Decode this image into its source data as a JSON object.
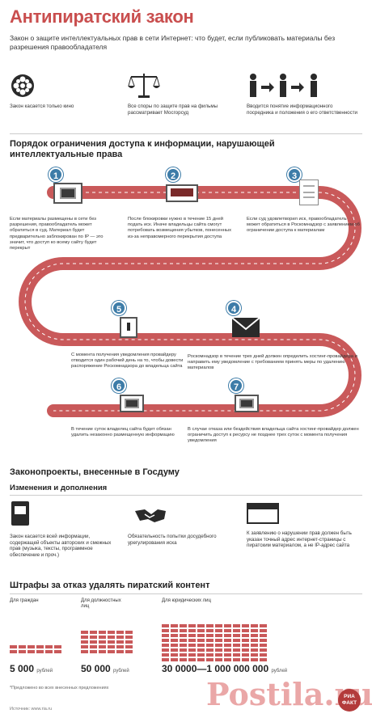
{
  "header": {
    "title": "Антипиратский закон",
    "subtitle": "Закон о защите интеллектуальных прав в сети Интернет: что будет, если публиковать материалы без разрешения правообладателя"
  },
  "intro": [
    {
      "icon": "film-reel-icon",
      "text": "Закон касается только кино"
    },
    {
      "icon": "scales-icon",
      "text": "Все споры по защите прав на фильмы рассматривает Мосгорсуд"
    },
    {
      "icon": "people-chain-icon",
      "text": "Вводится понятие информационного посредника и положения о его ответственности"
    }
  ],
  "process": {
    "title": "Порядок ограничения доступа к информации, нарушающей интеллектуальные права",
    "steps": [
      {
        "num": "1",
        "text": "Если материалы размещены в сети без разрешения, правообладатель может обратиться в суд. Материал будет предварительно заблокирован по IP — это значит, что доступ ко всему сайту будет перекрыт"
      },
      {
        "num": "2",
        "text": "После блокировки нужно в течение 15 дней подать иск. Иначе владельцы сайта смогут потребовать возмещения убытков, понесенных из-за неправомерного перекрытия доступа"
      },
      {
        "num": "3",
        "text": "Если суд удовлетворил иск, правообладатель может обратиться в Роскомнадзор с заявлением об ограничении доступа к материалам"
      },
      {
        "num": "4",
        "text": "Роскомнадзор в течение трех дней должен определить хостинг-провайдера и направить ему уведомление с требованием принять меры по удалению материалов"
      },
      {
        "num": "5",
        "text": "С момента получения уведомления провайдеру отводится один рабочий день на то, чтобы довести распоряжение Роскомнадзора до владельца сайта"
      },
      {
        "num": "6",
        "text": "В течение суток владелец сайта будет обязан удалить незаконно размещенную информацию"
      },
      {
        "num": "7",
        "text": "В случае отказа или бездействия владельца сайта хостинг-провайдер должен ограничить доступ к ресурсу не позднее трех суток с момента получения уведомления"
      }
    ]
  },
  "bills": {
    "title": "Законопроекты, внесенные в Госдуму",
    "subtitle": "Изменения и дополнения",
    "items": [
      {
        "icon": "document-icon",
        "text": "Закон касается всей информации, содержащей объекты авторских и смежных прав (музыка, тексты, программное обеспечение и проч.)"
      },
      {
        "icon": "handshake-icon",
        "text": "Обязательность попытки досудебного урегулирования иска"
      },
      {
        "icon": "browser-icon",
        "text": "К заявлению о нарушении прав должен быть указан точный адрес интернет-страницы с пиратским материалом, а не IP-адрес сайта"
      }
    ]
  },
  "fines": {
    "title": "Штрафы за отказ удалять пиратский контент",
    "columns": [
      {
        "label": "Для граждан",
        "amount": "5 000",
        "unit": "рублей",
        "rows": 2
      },
      {
        "label": "Для должностных лиц",
        "amount": "50 000",
        "unit": "рублей",
        "rows": 5
      },
      {
        "label": "Для юридических лиц",
        "amount": "30 0000—1 000 000 000",
        "unit": "рублей",
        "rows": 8
      }
    ],
    "note": "*Предложено во всех внесенных предложениях"
  },
  "footer": {
    "source": "Источник: www.ria.ru",
    "watermark": "Postila.ru",
    "badge": "РИА ФАКТ"
  }
}
